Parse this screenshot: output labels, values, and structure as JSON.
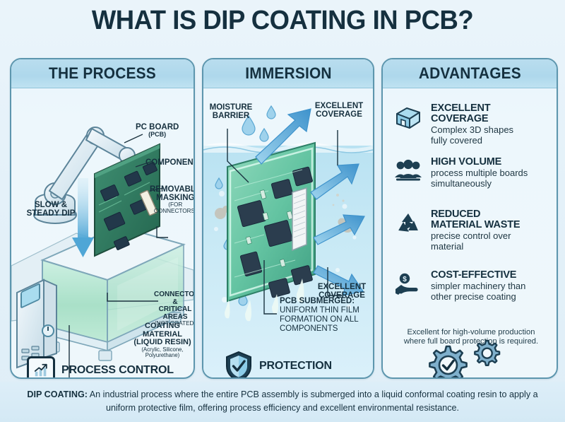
{
  "title": "WHAT IS DIP COATING IN PCB?",
  "panels": {
    "process": {
      "heading": "THE PROCESS",
      "labels": {
        "pc_board": "PC BOARD",
        "pc_board_sub": "(PCB)",
        "components": "COMPONENTS",
        "removable_masking_1": "REMOVABLE",
        "removable_masking_2": "MASKING",
        "removable_masking_sub": "(FOR CONNECTORS)",
        "slow_1": "SLOW &",
        "slow_2": "STEADY DIP",
        "connectors_1": "CONNECTORS &",
        "connectors_2": "CRITICAL AREAS",
        "connectors_sub": "(NOT COATED)",
        "coating_1": "COATING MATERIAL",
        "coating_2": "(LIQUID RESIN)",
        "coating_sub": "(Acrylic, Silicone, Polyurethane)"
      },
      "badge": {
        "icon": "chart-growth-icon",
        "label": "PROCESS CONTROL"
      }
    },
    "immersion": {
      "heading": "IMMERSION",
      "labels": {
        "moisture_1": "MOISTURE",
        "moisture_2": "BARRIER",
        "coverage_top_1": "EXCELLENT",
        "coverage_top_2": "COVERAGE",
        "coverage_bottom_1": "EXCELLENT",
        "coverage_bottom_2": "COVERAGE",
        "submerged_head": "PCB SUBMERGED:",
        "submerged_line1": "UNIFORM THIN FILM",
        "submerged_line2": "FORMATION ON ALL",
        "submerged_line3": "COMPONENTS"
      },
      "badge": {
        "icon": "shield-check-icon",
        "label": "PROTECTION"
      }
    },
    "advantages": {
      "heading": "ADVANTAGES",
      "items": [
        {
          "icon": "cube-3d-icon",
          "title": "EXCELLENT COVERAGE",
          "desc": "Complex 3D shapes\nfully covered"
        },
        {
          "icon": "people-group-icon",
          "title": "HIGH VOLUME",
          "desc": "process multiple boards\nsimultaneously"
        },
        {
          "icon": "recycle-icon",
          "title": "REDUCED\nMATERIAL WASTE",
          "desc": "precise control over\nmaterial"
        },
        {
          "icon": "hand-coin-icon",
          "title": "COST-EFFECTIVE",
          "desc": "simpler machinery than\nother precise coating"
        }
      ],
      "note": "Excellent for high-volume production\nwhere full board protection is required.",
      "decor_icon": "gears-check-icon"
    }
  },
  "footer": {
    "lead": "DIP COATING:",
    "body": " An industrial process where the entire PCB assembly is submerged into a liquid conformal coating resin to apply a uniform protective film, offering process efficiency and excellent environmental resistance."
  },
  "colors": {
    "ink": "#15303f",
    "panel_border": "#5d96ae",
    "panel_head": "#aed8ec",
    "water": "#c9e9f5",
    "resin": "#abe2ce",
    "pcb_green": "#2f7d63",
    "arrow_blue": "#5aa8d8",
    "page_bg": "#e7f3fa"
  }
}
